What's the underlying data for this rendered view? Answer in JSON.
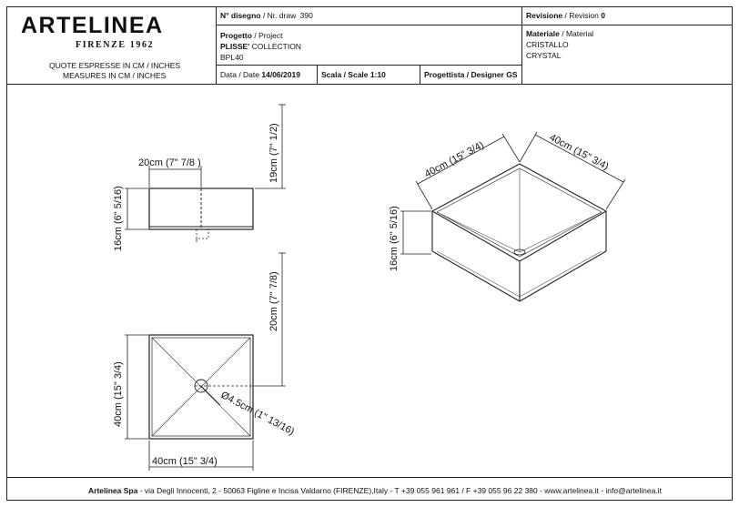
{
  "header": {
    "brand": "ARTELINEA",
    "city": "FIRENZE 1962",
    "quote_line1": "QUOTE ESPRESSE IN CM / INCHES",
    "quote_line2": "MEASURES IN CM / INCHES",
    "drawing_label": "N° disegno",
    "drawing_label_en": "/ Nr. draw",
    "drawing_number": "390",
    "revision_label": "Revisione",
    "revision_label_en": "/ Revision",
    "revision_number": "0",
    "project_label": "Progetto",
    "project_label_en": "/ Project",
    "project_line1_bold": "PLISSE'",
    "project_line1_rest": " COLLECTION",
    "project_code": "BPL40",
    "material_label": "Materiale",
    "material_label_en": "/ Material",
    "material_it": "CRISTALLO",
    "material_en": "CRYSTAL",
    "date_label": "Data / Date",
    "date_value": "14/06/2019",
    "scale_label": "Scala / Scale",
    "scale_value": "1:10",
    "designer_label": "Progettista / Designer",
    "designer_value": "GS"
  },
  "dimensions": {
    "front_width": "20cm (7\" 7/8 )",
    "front_height": "19cm (7\" 1/2)",
    "front_depth": "16cm (6\" 5/16)",
    "plan_offset": "20cm (7\" 7/8)",
    "plan_side": "40cm (15\" 3/4)",
    "plan_bottom": "40cm (15\" 3/4)",
    "drain": "Ø4.5cm (1\" 13/16)",
    "iso_left": "40cm (15\" 3/4)",
    "iso_right": "40cm (15\" 3/4)",
    "iso_height": "16cm (6\" 5/16)"
  },
  "footer": {
    "company": "Artelinea Spa",
    "address": " - via Degli Innocenti, 2 - 50063 Figline e Incisa Valdarno (FIRENZE),Italy - T +39 055 961 961 / F +39 055 96 22 380 - www.artelinea.it - info@artelinea.it"
  }
}
